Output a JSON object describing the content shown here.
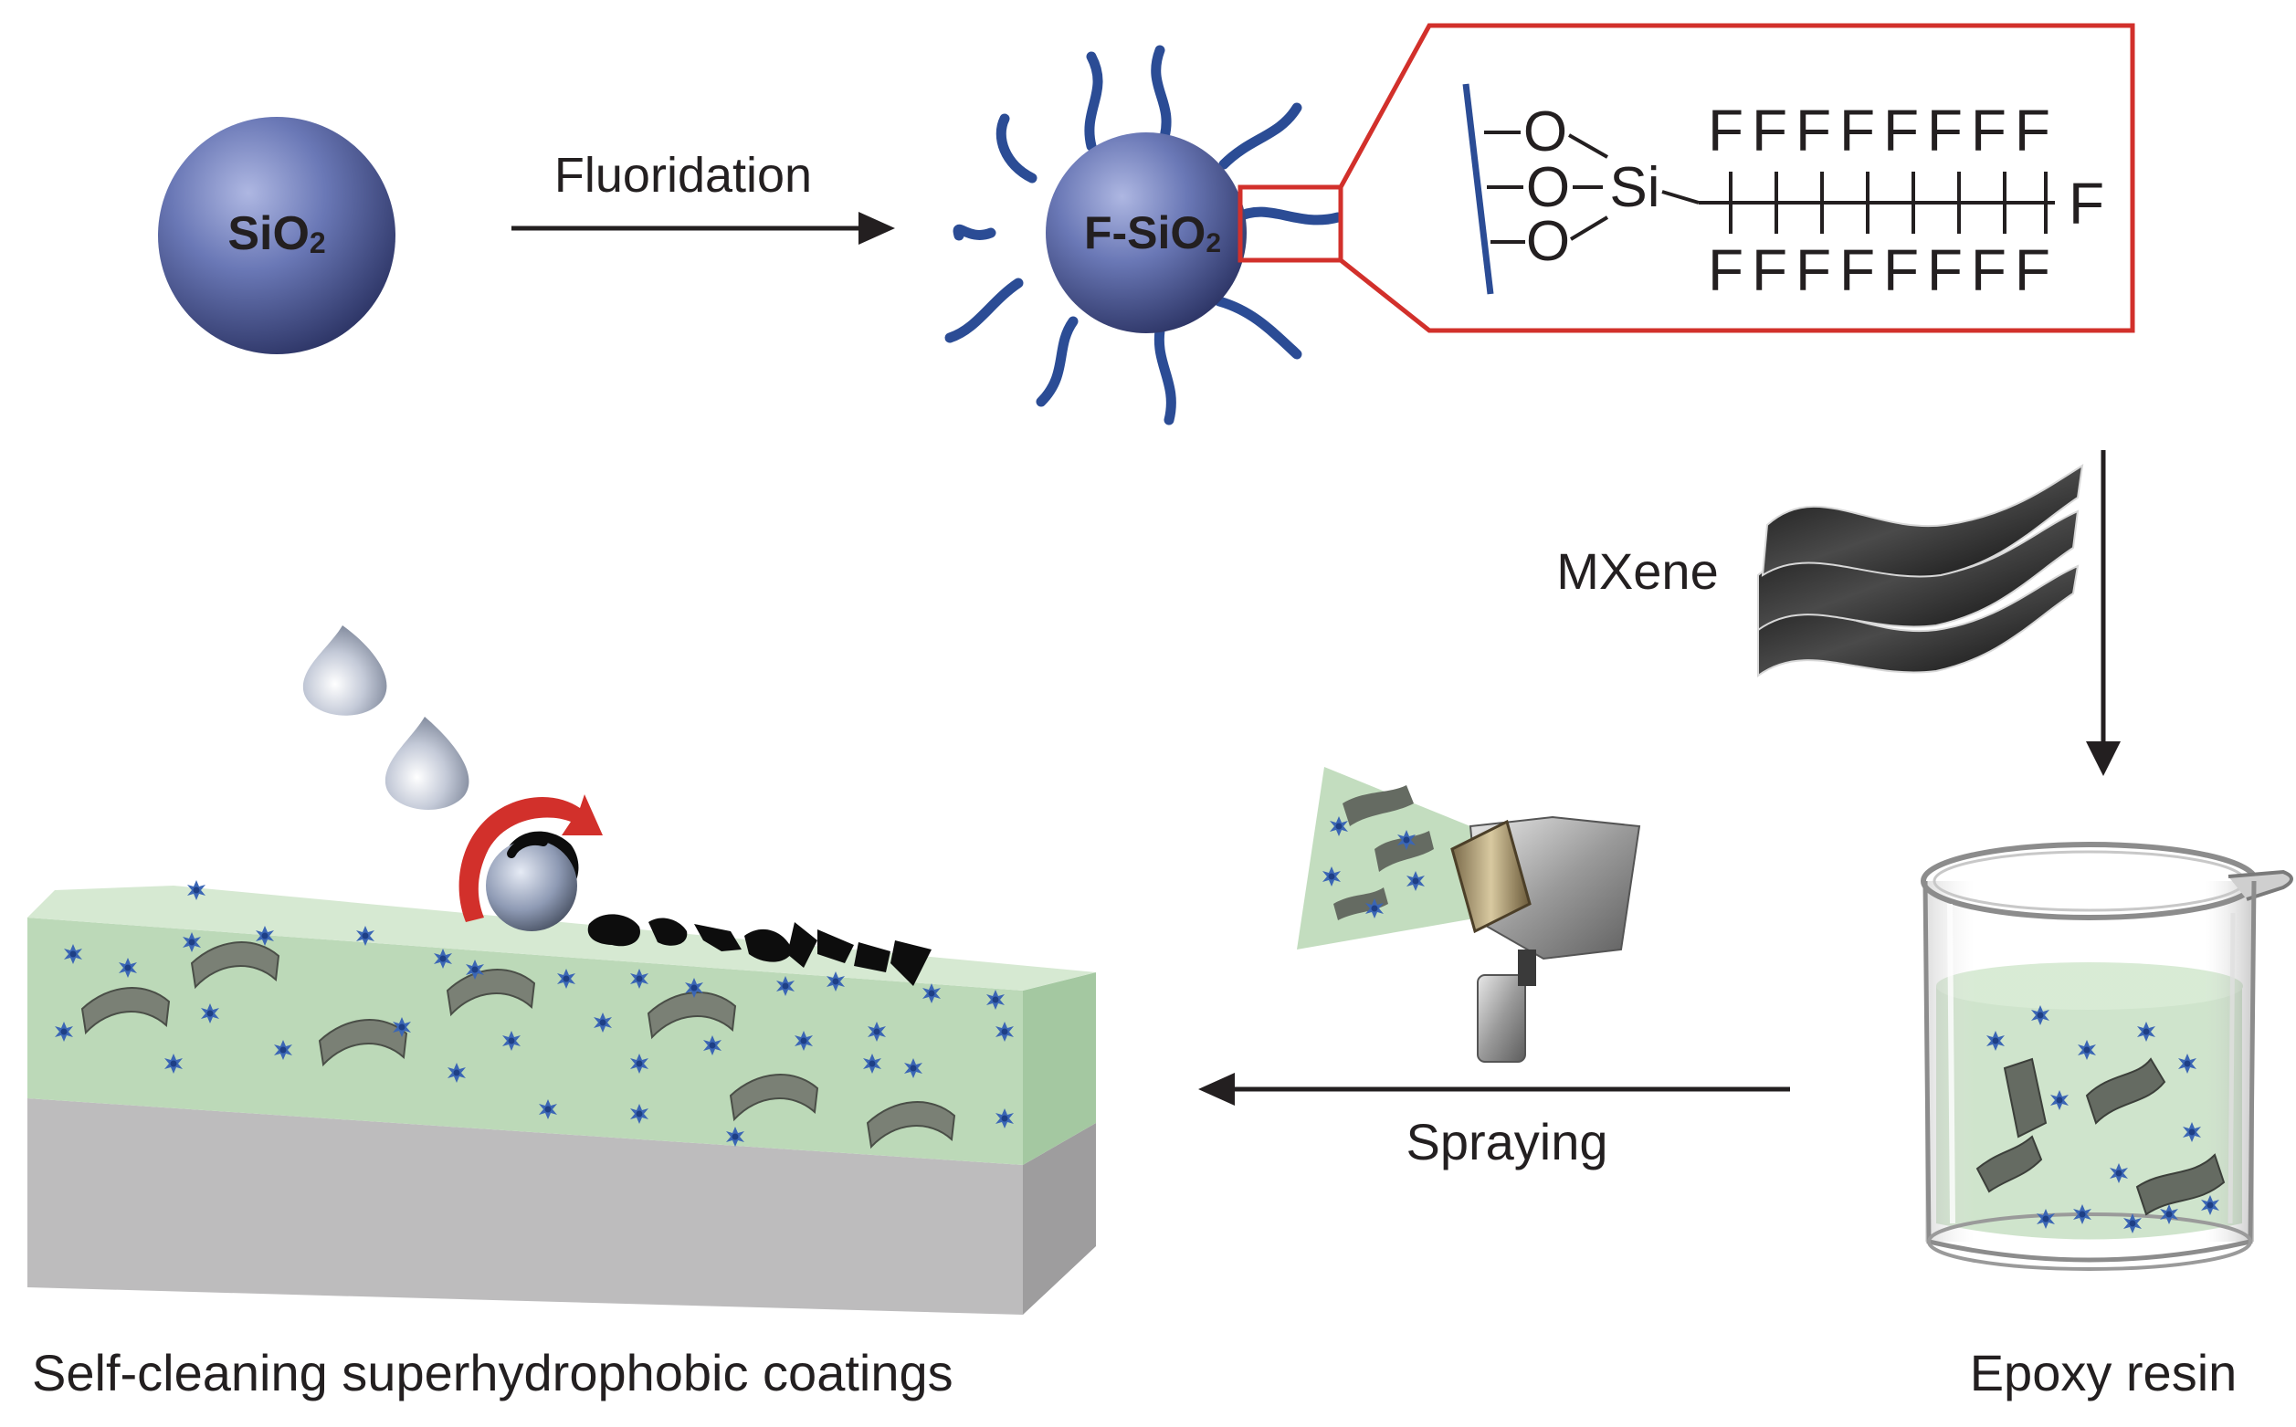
{
  "labels": {
    "sio2": "SiO",
    "sio2_sub": "2",
    "fsio2": "F-SiO",
    "fsio2_sub": "2",
    "fluoridation": "Fluoridation",
    "mxene": "MXene",
    "spraying": "Spraying",
    "epoxy": "Epoxy resin",
    "coating": "Self-cleaning superhydrophobic coatings"
  },
  "structure": {
    "o_label": "O",
    "si_label": "Si",
    "f_row_top": "FFFFFFFF",
    "f_row_bottom": "FFFFFFFF",
    "f_end": "F"
  },
  "colors": {
    "sphere": "#5b6aa8",
    "ligand": "#2b4c95",
    "zoom_box": "#d2302b",
    "coating": "#bcd9b8",
    "substrate": "#bdbcbd",
    "arrow": "#231f20"
  }
}
